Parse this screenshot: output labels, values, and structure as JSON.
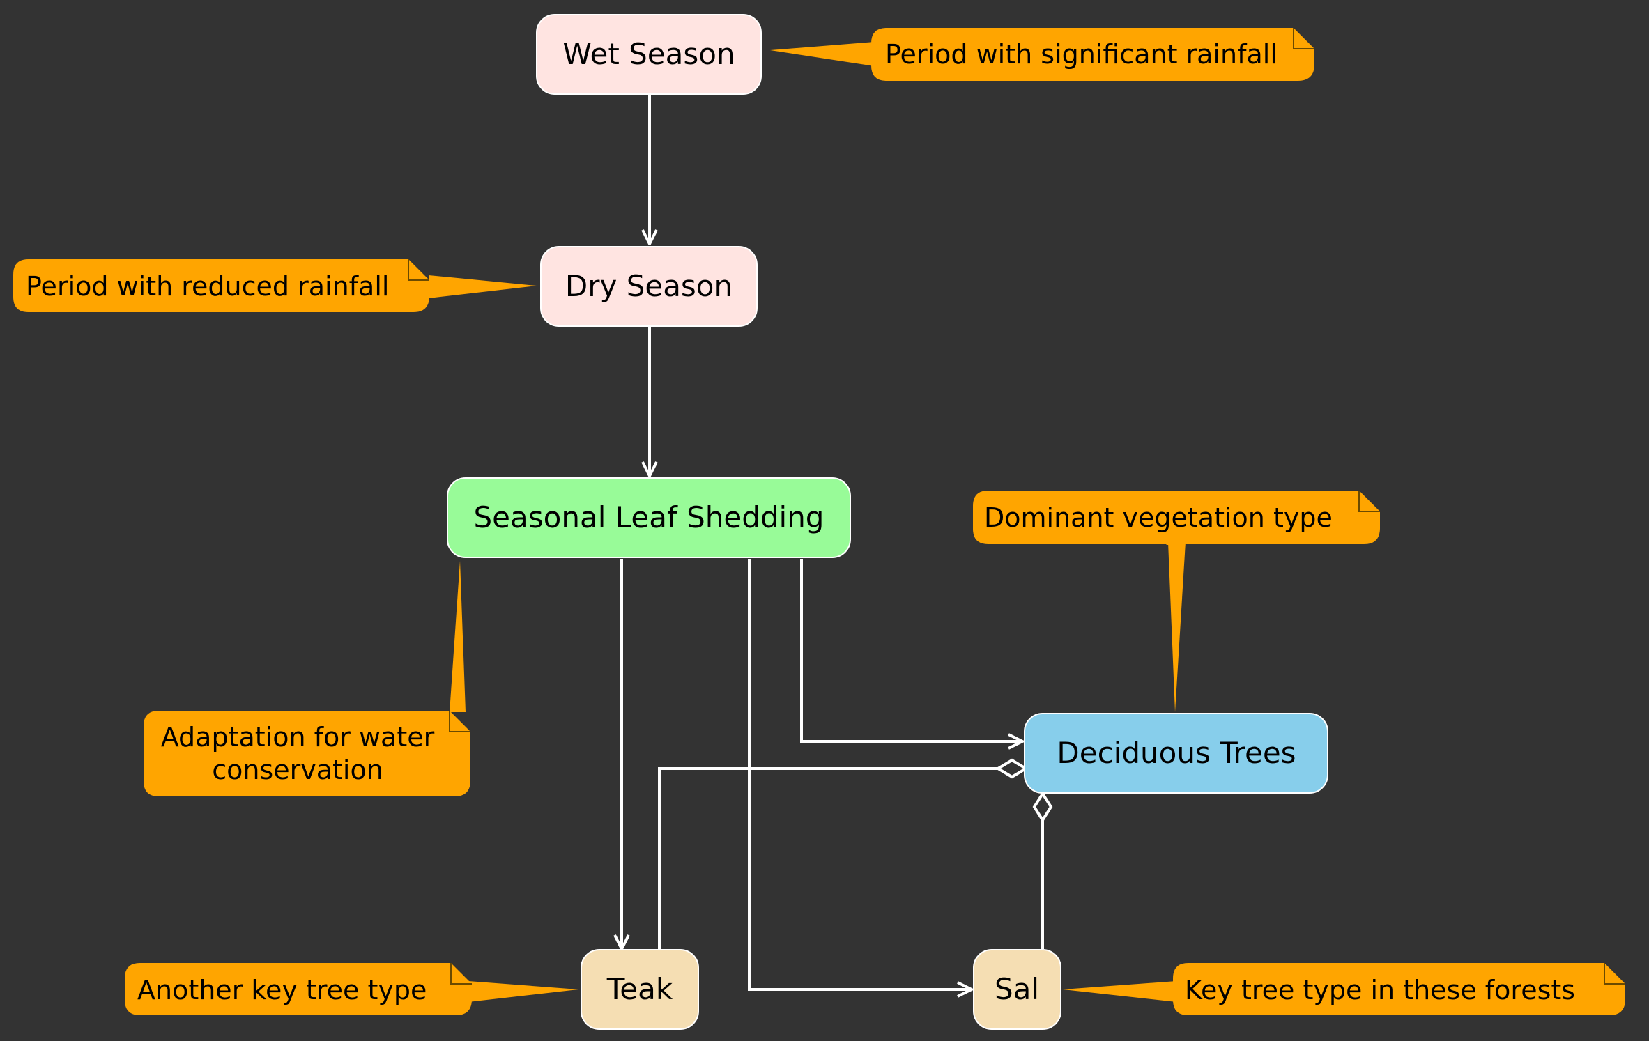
{
  "colors": {
    "background": "#333333",
    "season": "#FFE4E1",
    "process": "#98FB98",
    "tree_group": "#87CEEB",
    "tree_type": "#F5DEB3",
    "note": "#FFA500",
    "edge": "#FFFFFF"
  },
  "nodes": {
    "wet_season": "Wet Season",
    "dry_season": "Dry Season",
    "leaf_shedding": "Seasonal Leaf Shedding",
    "deciduous_trees": "Deciduous Trees",
    "teak": "Teak",
    "sal": "Sal"
  },
  "notes": {
    "wet_season": "Period with significant rainfall",
    "dry_season": "Period with reduced rainfall",
    "deciduous_trees": "Dominant vegetation type",
    "leaf_shedding_line1": "Adaptation for water",
    "leaf_shedding_line2": "conservation",
    "teak": "Another key tree type",
    "sal": "Key tree type in these forests"
  },
  "edges": [
    {
      "from": "Wet Season",
      "to": "Dry Season",
      "kind": "arrow"
    },
    {
      "from": "Dry Season",
      "to": "Seasonal Leaf Shedding",
      "kind": "arrow"
    },
    {
      "from": "Seasonal Leaf Shedding",
      "to": "Teak",
      "kind": "arrow"
    },
    {
      "from": "Seasonal Leaf Shedding",
      "to": "Sal",
      "kind": "arrow"
    },
    {
      "from": "Seasonal Leaf Shedding",
      "to": "Deciduous Trees",
      "kind": "arrow"
    },
    {
      "from": "Teak",
      "to": "Deciduous Trees",
      "kind": "aggregation"
    },
    {
      "from": "Sal",
      "to": "Deciduous Trees",
      "kind": "aggregation"
    }
  ]
}
